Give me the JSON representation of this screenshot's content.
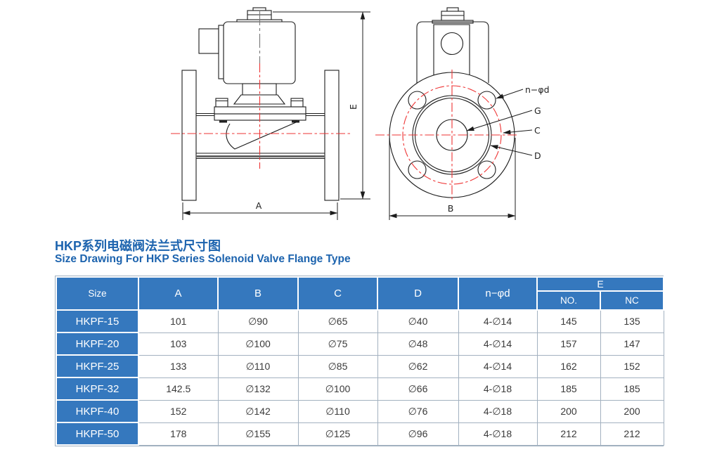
{
  "title": {
    "zh": "HKP系列电磁阀法兰式尺寸图",
    "en": "Size Drawing For HKP Series Solenoid Valve Flange Type",
    "color": "#1c63ae"
  },
  "drawing": {
    "labels": {
      "a": "A",
      "b": "B",
      "e": "E",
      "g": "G",
      "c": "C",
      "d": "D",
      "n_phi_d": "n−φd"
    },
    "colors": {
      "line": "#1c1c1c",
      "centerline": "#ee3333"
    }
  },
  "table": {
    "header_bg": "#3578be",
    "header": {
      "size": "Size",
      "a": "A",
      "b": "B",
      "c": "C",
      "d": "D",
      "n_phi_d": "n−φd",
      "e": "E",
      "no": "NO.",
      "nc": "NC"
    },
    "rows": [
      [
        "HKPF-15",
        "101",
        "∅90",
        "∅65",
        "∅40",
        "4-∅14",
        "145",
        "135"
      ],
      [
        "HKPF-20",
        "103",
        "∅100",
        "∅75",
        "∅48",
        "4-∅14",
        "157",
        "147"
      ],
      [
        "HKPF-25",
        "133",
        "∅110",
        "∅85",
        "∅62",
        "4-∅14",
        "162",
        "152"
      ],
      [
        "HKPF-32",
        "142.5",
        "∅132",
        "∅100",
        "∅66",
        "4-∅18",
        "185",
        "185"
      ],
      [
        "HKPF-40",
        "152",
        "∅142",
        "∅110",
        "∅76",
        "4-∅18",
        "200",
        "200"
      ],
      [
        "HKPF-50",
        "178",
        "∅155",
        "∅125",
        "∅96",
        "4-∅18",
        "212",
        "212"
      ]
    ]
  }
}
